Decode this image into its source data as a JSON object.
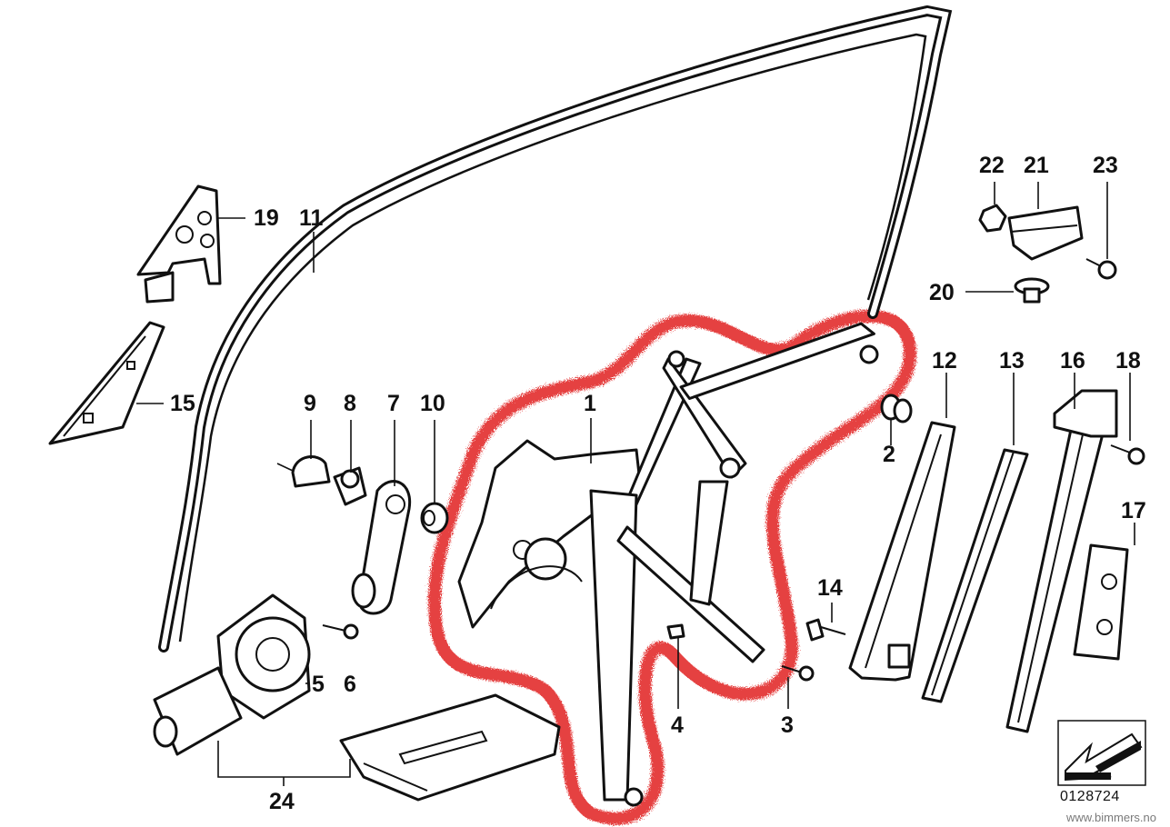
{
  "labels": {
    "p1": "1",
    "p2": "2",
    "p3": "3",
    "p4": "4",
    "p5": "5",
    "p6": "6",
    "p7": "7",
    "p8": "8",
    "p9": "9",
    "p10": "10",
    "p11": "11",
    "p12": "12",
    "p13": "13",
    "p14": "14",
    "p15": "15",
    "p16": "16",
    "p17": "17",
    "p18": "18",
    "p19": "19",
    "p20": "20",
    "p21": "21",
    "p22": "22",
    "p23": "23",
    "p24": "24"
  },
  "diagram_code": "0128724",
  "watermark": "www.bimmers.no",
  "highlight_color": "#e02020"
}
